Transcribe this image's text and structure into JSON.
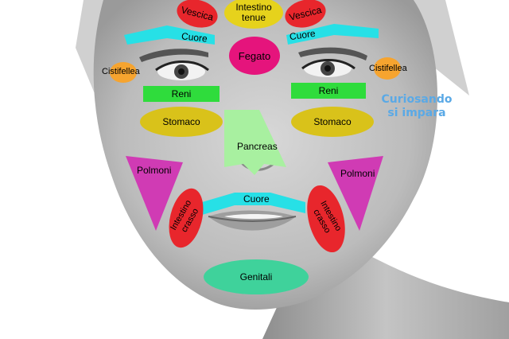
{
  "zones": {
    "vescica_left": "Vescica",
    "intestino_tenue": "Intestino\ntenue",
    "vescica_right": "Vescica",
    "cuore_left": "Cuore",
    "cuore_right": "Cuore",
    "fegato": "Fegato",
    "cistifellea_left": "Cistifellea",
    "cistifellea_right": "Cistifellea",
    "reni_left": "Reni",
    "reni_right": "Reni",
    "stomaco_left": "Stomaco",
    "stomaco_right": "Stomaco",
    "pancreas": "Pancreas",
    "polmoni_left": "Polmoni",
    "polmoni_right": "Polmoni",
    "intestino_crasso_left": "Intestino\ncrasso",
    "intestino_crasso_right": "Intestino\ncrasso",
    "cuore_mouth": "Cuore",
    "genitali": "Genitali"
  },
  "watermark": "Curiosando\nsi impara",
  "colors": {
    "red": "#e8262c",
    "yellow": "#e6d21c",
    "cyan": "#27e0e6",
    "magenta": "#e5147c",
    "orange": "#f6a42f",
    "green": "#2fdc3c",
    "olive": "#d9c21a",
    "light_green": "#a8f0a0",
    "purple": "#d03bb4",
    "teal": "#3fd29b"
  }
}
